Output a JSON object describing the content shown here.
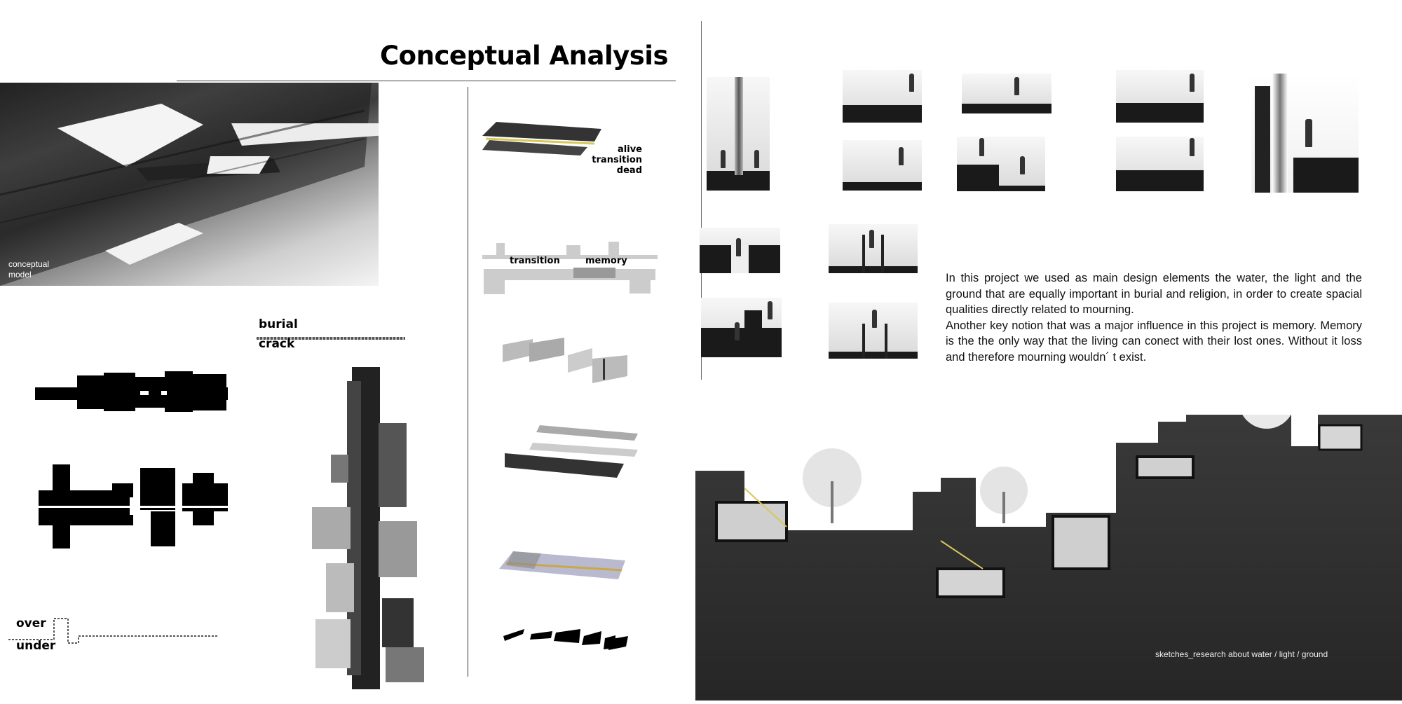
{
  "page": {
    "title": "Conceptual Analysis"
  },
  "photo": {
    "caption_line1": "conceptual",
    "caption_line2": "model"
  },
  "labels": {
    "burial": "burial",
    "crack": "crack",
    "over": "over",
    "under": "under"
  },
  "diagrams": {
    "alive": "alive",
    "transition": "transition",
    "dead": "dead",
    "transition2": "transition",
    "memory": "memory"
  },
  "text": {
    "para1": "In this project we used as main design elements the water, the light and the ground that are equally important in burial and religion, in order to create spacial qualities directly related to mourning.",
    "para2": "Another key notion that was a major influence in this project is memory. Memory is the the only way  that the living can conect with their lost ones. Without it loss and therefore mourning wouldn´ t exist."
  },
  "section": {
    "caption": "sketches_research about water / light / ground"
  },
  "colors": {
    "ink": "#000000",
    "paper": "#ffffff",
    "ground": "#2b2b2b"
  }
}
